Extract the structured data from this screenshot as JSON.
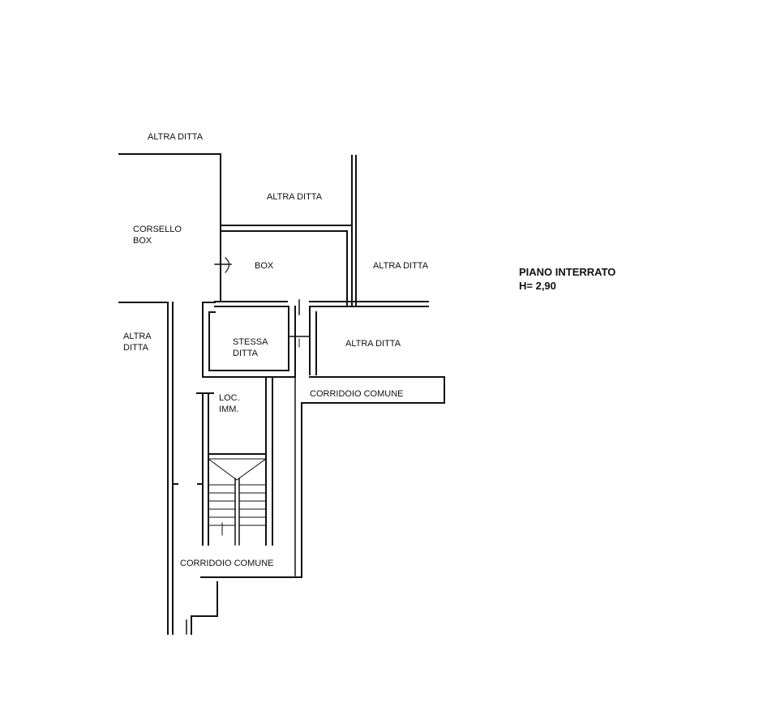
{
  "plan": {
    "title": "PIANO INTERRATO",
    "height": "H= 2,90",
    "labels": {
      "altra_ditta_top": "ALTRA DITTA",
      "altra_ditta_upper": "ALTRA DITTA",
      "corsello_line1": "CORSELLO",
      "corsello_line2": "BOX",
      "box": "BOX",
      "altra_ditta_right": "ALTRA DITTA",
      "altra_ditta_left_line1": "ALTRA",
      "altra_ditta_left_line2": "DITTA",
      "stessa_line1": "STESSA",
      "stessa_line2": "DITTA",
      "altra_ditta_mid": "ALTRA DITTA",
      "corridoio_upper": "CORRIDOIO COMUNE",
      "loc_line1": "LOC.",
      "loc_line2": "IMM.",
      "corridoio_lower": "CORRIDOIO COMUNE"
    }
  }
}
